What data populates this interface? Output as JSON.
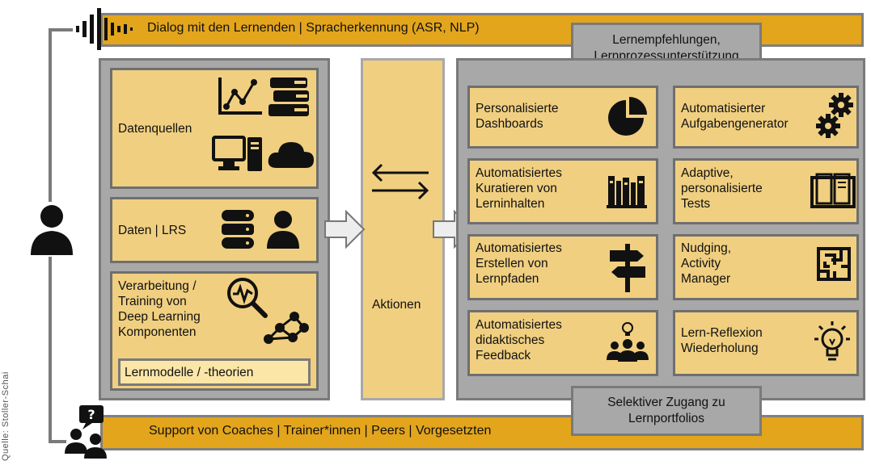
{
  "top_bar": {
    "label": "Dialog mit den Lernenden | Spracherkennung (ASR, NLP)"
  },
  "bottom_bar": {
    "label": "Support von Coaches | Trainer*innen | Peers | Vorgesetzten"
  },
  "header_box": {
    "label": "Lernempfehlungen,\nLernprozessunterstützung"
  },
  "footer_box": {
    "label": "Selektiver Zugang zu\nLernportfolios"
  },
  "left_panel": {
    "datenquellen": "Datenquellen",
    "daten_lrs": "Daten | LRS",
    "verarbeitung": "Verarbeitung /\nTraining von\nDeep Learning\nKomponenten",
    "lernmodelle": "Lernmodelle / -theorien"
  },
  "middle": {
    "aktionen": "Aktionen"
  },
  "tiles": [
    {
      "label": "Personalisierte\nDashboards",
      "icon": "pie-chart-icon"
    },
    {
      "label": "Automatisierter\nAufgabengenerator",
      "icon": "gears-icon"
    },
    {
      "label": "Automatisiertes\nKuratieren von\nLerninhalten",
      "icon": "books-shelf-icon"
    },
    {
      "label": "Adaptive,\npersonalisierte\nTests",
      "icon": "open-book-icon"
    },
    {
      "label": "Automatisiertes\nErstellen von\nLernpfaden",
      "icon": "signpost-icon"
    },
    {
      "label": "Nudging,\nActivity\nManager",
      "icon": "maze-icon"
    },
    {
      "label": "Automatisiertes\ndidaktisches\nFeedback",
      "icon": "group-idea-icon"
    },
    {
      "label": "Lern-Reflexion\nWiederholung",
      "icon": "lightbulb-icon"
    }
  ],
  "source_note": "Quelle: Stoller-Schai"
}
